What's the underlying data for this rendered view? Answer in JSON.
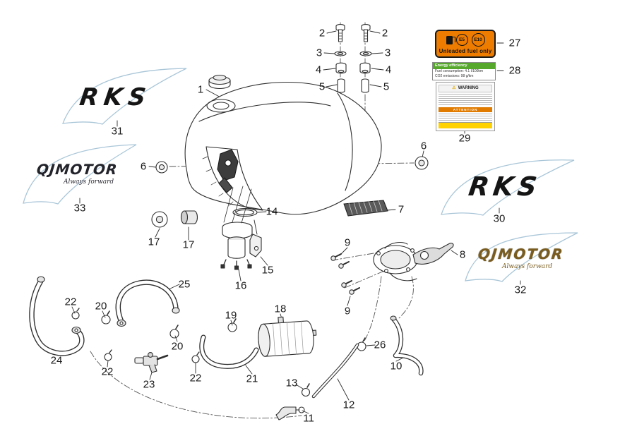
{
  "callouts": {
    "n1": "1",
    "n2": "2",
    "n3": "3",
    "n4": "4",
    "n5": "5",
    "n6": "6",
    "n7": "7",
    "n8": "8",
    "n9": "9",
    "n10": "10",
    "n11": "11",
    "n12": "12",
    "n13": "13",
    "n14": "14",
    "n15": "15",
    "n16": "16",
    "n17": "17",
    "n18": "18",
    "n19": "19",
    "n20": "20",
    "n21": "21",
    "n22": "22",
    "n23": "23",
    "n24": "24",
    "n25": "25",
    "n26": "26",
    "n27": "27",
    "n28": "28",
    "n29": "29",
    "n30": "30",
    "n31": "31",
    "n32": "32",
    "n33": "33"
  },
  "stickers": {
    "fuel_label": {
      "e5": "E5",
      "e10": "E10",
      "text": "Unleaded fuel only"
    },
    "energy_label": {
      "title": "Energy efficiency",
      "row1": "Fuel consumption:  4.1  l/100km",
      "row2": "CO2 emissions:  98  g/km"
    },
    "warning_label": {
      "icon": "⚠",
      "title": "WARNING",
      "attention": "ATTENTION"
    }
  },
  "decals": {
    "rks_left": "RKS",
    "rks_right": "RKS",
    "qjmotor_left": {
      "brand": "QJMOTOR",
      "script": "Always forward"
    },
    "qjmotor_right": {
      "brand": "QJMOTOR",
      "script": "Always forward"
    }
  },
  "colors": {
    "line_ink": "#2e2e2e",
    "fuel_label_orange": "#ee7c00",
    "energy_green": "#56a82c",
    "attention_orange": "#e07b00",
    "caution_yellow": "#ffd200",
    "decal_outline": "#a9c6d8",
    "decal_gold": "#7a5c1e"
  }
}
